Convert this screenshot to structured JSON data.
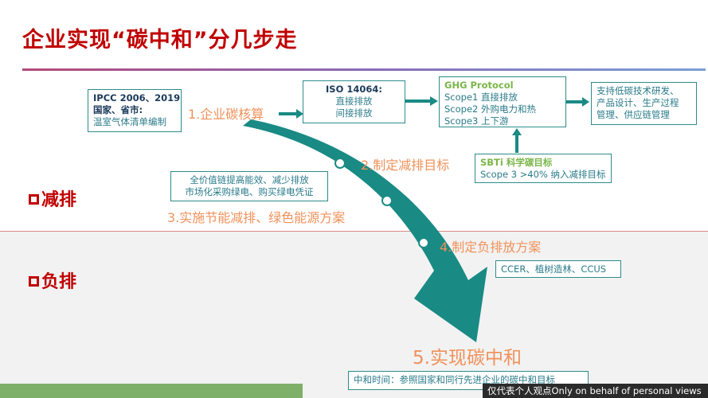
{
  "title": "企业实现“碳中和”分几步走",
  "boxes": {
    "ipcc": {
      "line1": "IPCC 2006、2019",
      "line2": "国家、省市:",
      "line3": "温室气体清单编制"
    },
    "iso": {
      "heading": "ISO 14064:",
      "line1": "直接排放",
      "line2": "间接排放"
    },
    "ghg": {
      "heading": "GHG Protocol",
      "line1": "Scope1 直接排放",
      "line2": "Scope2 外购电力和热",
      "line3": "Scope3 上下游"
    },
    "support": {
      "line1": "支持低碳技术研发、",
      "line2": "产品设计、生产过程",
      "line3": "管理、供应链管理"
    },
    "sbti": {
      "heading": "SBTi 科学碳目标",
      "line1": "Scope 3 >40% 纳入减排目标"
    },
    "value_chain": {
      "line1": "全价值链提高能效、减少排放",
      "line2": "市场化采购绿电、购买绿电凭证"
    },
    "offset": {
      "line1": "CCER、植树造林、CCUS"
    },
    "neutral_time": {
      "line1": "中和时间：参照国家和同行先进企业的碳中和目标"
    }
  },
  "steps": {
    "s1": "1.企业碳核算",
    "s2": "2.制定减排目标",
    "s3": "3.实施节能减排、绿色能源方案",
    "s4": "4.制定负排放方案",
    "s5": "5.实现碳中和"
  },
  "side_labels": {
    "reduce": "减排",
    "negative": "负排"
  },
  "footer": {
    "text": "仅代表个人观点Only on behalf of personal views"
  },
  "colors": {
    "title": "#c00000",
    "arrow": "#1a8a84",
    "step": "#f0915a",
    "box_border": "#2e8b8b"
  }
}
